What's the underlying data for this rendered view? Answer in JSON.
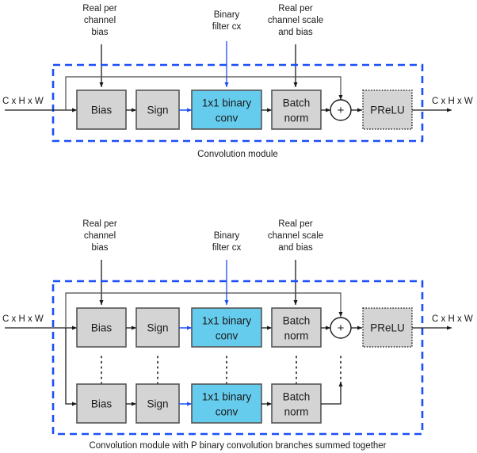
{
  "figure": {
    "title_top": "Convolution module",
    "title_bottom": "Convolution module with P binary convolution branches summed together"
  },
  "colors": {
    "block_fill_gray": "#d4d4d4",
    "block_fill_blue": "#66ccee",
    "block_stroke": "#555555",
    "container_dashed": "#1a4ffa",
    "arrow_black": "#1a1a1a",
    "arrow_blue": "#1a4ffa",
    "background": "#ffffff"
  },
  "top_module": {
    "caption": "Convolution module",
    "input_label": "C x H x W",
    "output_label": "C x H x W",
    "annotations": [
      {
        "name": "real-per-channel-bias",
        "lines": [
          "Real per",
          "channel",
          "bias"
        ],
        "arrow_color": "#1a1a1a",
        "target": "Bias"
      },
      {
        "name": "binary-filter-cx",
        "lines": [
          "Binary",
          "filter cx"
        ],
        "arrow_color": "#1a4ffa",
        "target": "1x1 binary conv"
      },
      {
        "name": "real-per-channel-scale-and-bias",
        "lines": [
          "Real per",
          "channel scale",
          "and bias"
        ],
        "arrow_color": "#1a1a1a",
        "target": "Batch norm"
      }
    ],
    "blocks": [
      {
        "name": "bias",
        "lines": [
          "Bias"
        ],
        "fill": "#d4d4d4",
        "border": "solid"
      },
      {
        "name": "sign",
        "lines": [
          "Sign"
        ],
        "fill": "#d4d4d4",
        "border": "solid"
      },
      {
        "name": "binary-conv",
        "lines": [
          "1x1 binary",
          "conv"
        ],
        "fill": "#66ccee",
        "border": "solid"
      },
      {
        "name": "batch-norm",
        "lines": [
          "Batch",
          "norm"
        ],
        "fill": "#d4d4d4",
        "border": "solid"
      },
      {
        "name": "prelu",
        "lines": [
          "PReLU"
        ],
        "fill": "#d4d4d4",
        "border": "dotted"
      }
    ],
    "sum_node": "+",
    "skip_connection": true
  },
  "bottom_module": {
    "caption": "Convolution module with P binary convolution branches summed together",
    "input_label": "C x H x W",
    "output_label": "C x H x W",
    "annotations": [
      {
        "name": "real-per-channel-bias",
        "lines": [
          "Real per",
          "channel",
          "bias"
        ],
        "arrow_color": "#1a1a1a",
        "target": "Bias"
      },
      {
        "name": "binary-filter-cx",
        "lines": [
          "Binary",
          "filter cx"
        ],
        "arrow_color": "#1a4ffa",
        "target": "1x1 binary conv"
      },
      {
        "name": "real-per-channel-scale-and-bias",
        "lines": [
          "Real per",
          "channel scale",
          "and bias"
        ],
        "arrow_color": "#1a1a1a",
        "target": "Batch norm"
      }
    ],
    "branch_top": [
      {
        "name": "bias",
        "lines": [
          "Bias"
        ],
        "fill": "#d4d4d4",
        "border": "solid"
      },
      {
        "name": "sign",
        "lines": [
          "Sign"
        ],
        "fill": "#d4d4d4",
        "border": "solid"
      },
      {
        "name": "binary-conv",
        "lines": [
          "1x1 binary",
          "conv"
        ],
        "fill": "#66ccee",
        "border": "solid"
      },
      {
        "name": "batch-norm",
        "lines": [
          "Batch",
          "norm"
        ],
        "fill": "#d4d4d4",
        "border": "solid"
      }
    ],
    "branch_bottom": [
      {
        "name": "bias",
        "lines": [
          "Bias"
        ],
        "fill": "#d4d4d4",
        "border": "solid"
      },
      {
        "name": "sign",
        "lines": [
          "Sign"
        ],
        "fill": "#d4d4d4",
        "border": "solid"
      },
      {
        "name": "binary-conv",
        "lines": [
          "1x1 binary",
          "conv"
        ],
        "fill": "#66ccee",
        "border": "solid"
      },
      {
        "name": "batch-norm",
        "lines": [
          "Batch",
          "norm"
        ],
        "fill": "#d4d4d4",
        "border": "solid"
      }
    ],
    "prelu": {
      "name": "prelu",
      "lines": [
        "PReLU"
      ],
      "fill": "#d4d4d4",
      "border": "dotted"
    },
    "sum_node": "+",
    "branch_count_symbol": "P",
    "ellipsis_columns": 4,
    "skip_connection": true
  },
  "text": {
    "bias": "Bias",
    "sign": "Sign",
    "conv_l1": "1x1 binary",
    "conv_l2": "conv",
    "bn_l1": "Batch",
    "bn_l2": "norm",
    "prelu": "PReLU",
    "plus": "+",
    "chw": "C x H x W",
    "ann1_l1": "Real per",
    "ann1_l2": "channel",
    "ann1_l3": "bias",
    "ann2_l1": "Binary",
    "ann2_l2": "filter cx",
    "ann3_l1": "Real per",
    "ann3_l2": "channel scale",
    "ann3_l3": "and bias"
  }
}
